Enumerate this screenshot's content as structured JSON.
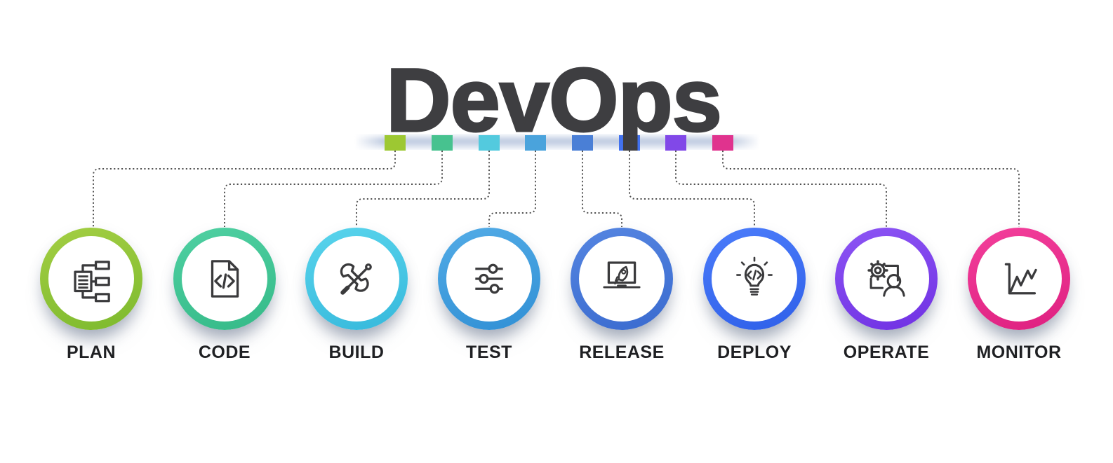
{
  "title": "DevOps",
  "title_color": "#3E3E41",
  "connector_color": "#4E4E4E",
  "icon_stroke_color": "#3A3A3C",
  "stages": [
    {
      "label": "PLAN",
      "icon": "sitemap-icon",
      "ring_color_top": "#A3CE43",
      "ring_color_bottom": "#7DBA2E",
      "square_color": "#9DC832"
    },
    {
      "label": "CODE",
      "icon": "code-file-icon",
      "ring_color_top": "#4FD0A2",
      "ring_color_bottom": "#35BA88",
      "square_color": "#47C28F"
    },
    {
      "label": "BUILD",
      "icon": "tools-icon",
      "ring_color_top": "#59D4EC",
      "ring_color_bottom": "#36B9DC",
      "square_color": "#53CADE"
    },
    {
      "label": "TEST",
      "icon": "sliders-icon",
      "ring_color_top": "#52ABE6",
      "ring_color_bottom": "#3190D5",
      "square_color": "#4AA3DC"
    },
    {
      "label": "RELEASE",
      "icon": "rocket-laptop-icon",
      "ring_color_top": "#5585E1",
      "ring_color_bottom": "#3A6BCF",
      "square_color": "#4A7FD6"
    },
    {
      "label": "DEPLOY",
      "icon": "bulb-code-icon",
      "ring_color_top": "#4B7CFA",
      "ring_color_bottom": "#2F60E9",
      "square_color": "#4272F0"
    },
    {
      "label": "OPERATE",
      "icon": "gear-user-icon",
      "ring_color_top": "#8C55F4",
      "ring_color_bottom": "#7031E3",
      "square_color": "#8148E8"
    },
    {
      "label": "MONITOR",
      "icon": "chart-icon",
      "ring_color_top": "#F33F9B",
      "ring_color_bottom": "#DE2080",
      "square_color": "#E0338E"
    }
  ]
}
